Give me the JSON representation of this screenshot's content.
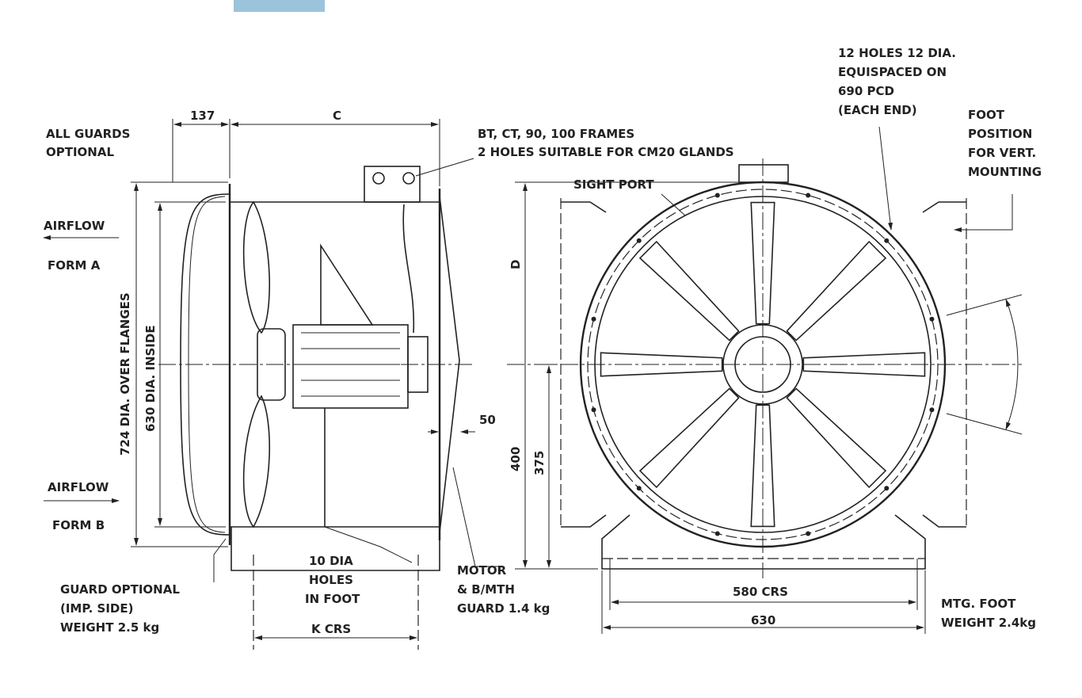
{
  "colors": {
    "highlight": "#9bc3db",
    "ink": "#222222"
  },
  "side_view": {
    "dim_137": "137",
    "dim_c": "C",
    "all_guards": [
      "ALL GUARDS",
      "OPTIONAL"
    ],
    "frames_note": [
      "BT, CT, 90, 100 FRAMES",
      "2 HOLES SUITABLE FOR CM20 GLANDS"
    ],
    "airflow_a": [
      "AIRFLOW",
      "FORM A"
    ],
    "airflow_b": [
      "AIRFLOW",
      "FORM B"
    ],
    "dim_724": "724 DIA. OVER FLANGES",
    "dim_630_inside": "630 DIA. INSIDE",
    "dim_50": "50",
    "foot_holes": [
      "10 DIA",
      "HOLES",
      "IN FOOT"
    ],
    "motor_guard": [
      "MOTOR",
      "& B/MTH",
      "GUARD 1.4 kg"
    ],
    "guard_optional": [
      "GUARD OPTIONAL",
      "(IMP. SIDE)",
      "WEIGHT 2.5 kg"
    ],
    "dim_k": "K CRS"
  },
  "front_view": {
    "holes_note": [
      "12 HOLES 12 DIA.",
      "EQUISPACED ON",
      "690 PCD",
      "(EACH END)"
    ],
    "foot_position": [
      "FOOT",
      "POSITION",
      "FOR VERT.",
      "MOUNTING"
    ],
    "sight_port": "SIGHT PORT",
    "dim_d": "D",
    "dim_400": "400",
    "dim_375": "375",
    "dim_580": "580 CRS",
    "dim_630": "630",
    "foot_weight": [
      "MTG. FOOT",
      "WEIGHT 2.4kg"
    ]
  }
}
